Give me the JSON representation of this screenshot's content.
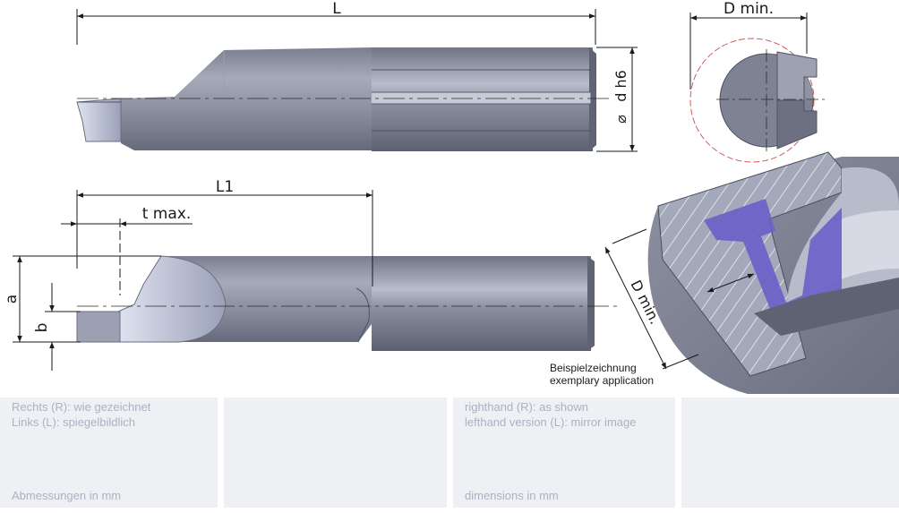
{
  "dimensions": {
    "length_L": "L",
    "length_L1": "L1",
    "depth_t_max": "t max.",
    "bore_min_top": "D min.",
    "shank_diameter": "d h6",
    "diameter_symbol": "⌀",
    "height_a": "a",
    "height_b": "b",
    "bore_min_section": "D min."
  },
  "example_caption": {
    "de": "Beispielzeichnung",
    "en": "exemplary application"
  },
  "footer_panels": [
    {
      "line1": "Rechts (R): wie gezeichnet",
      "line2": "Links (L): spiegelbildlich",
      "units": "Abmessungen in mm"
    },
    {
      "line1": "",
      "line2": "",
      "units": ""
    },
    {
      "line1": "righthand (R): as shown",
      "line2": "lefthand version (L): mirror image",
      "units": "dimensions in mm"
    },
    {
      "line1": "",
      "line2": "",
      "units": ""
    }
  ],
  "colors": {
    "tool_body": "#7a7e8e",
    "tool_highlight": "#b4b8c6",
    "workpiece_hatch": "#9aa0b2",
    "groove_fill": "#6a62c8",
    "panel_bg": "#eef0f4",
    "panel_text": "#aab2c2",
    "dim_line": "#1a1a1a",
    "bore_circle": "#d04040"
  }
}
